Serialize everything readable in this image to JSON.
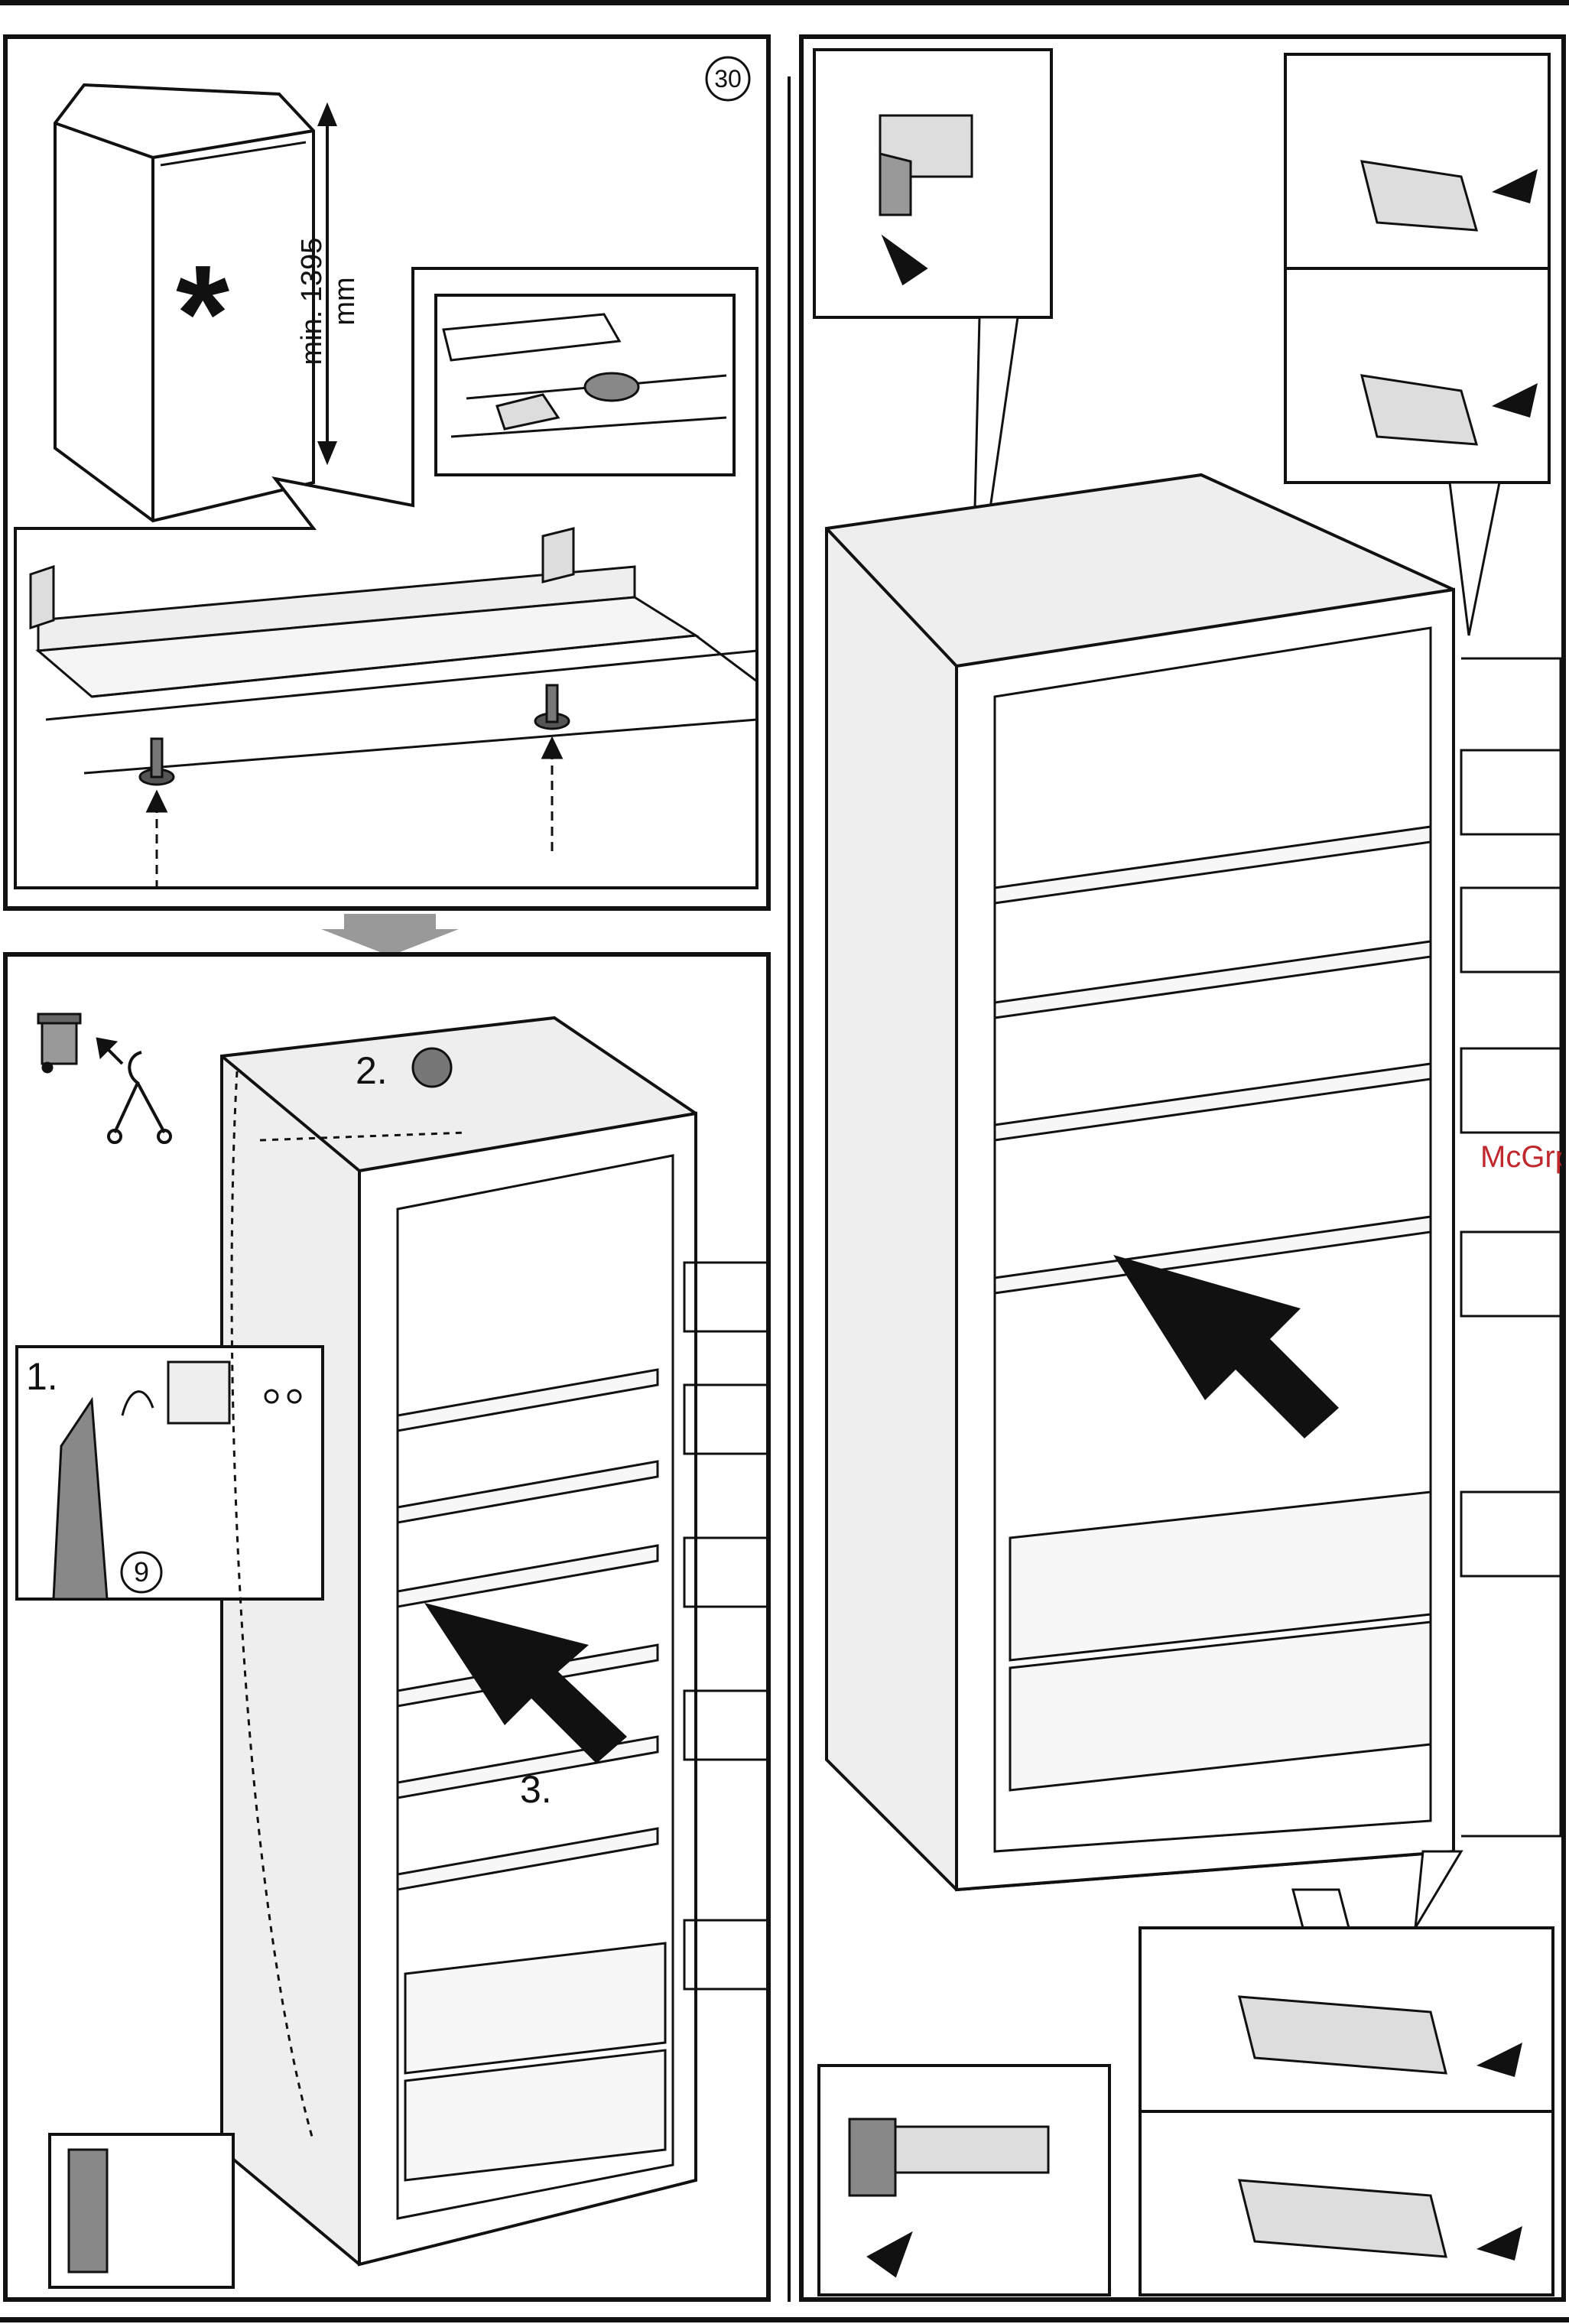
{
  "panel_top_left": {
    "step_number": "30",
    "dimension_label": "min. 1395 mm",
    "note_symbol": "*"
  },
  "panel_bottom_left": {
    "step_1": "1.",
    "step_2": "2.",
    "step_3": "3.",
    "part_number": "9"
  },
  "panel_right": {
    "watermark": "McGrp.Ru"
  },
  "icons": [
    "recycle-bin-icon",
    "arrow-icon",
    "hook-icon"
  ],
  "colors": {
    "line": "#111111",
    "accent_grey": "#8a8a8a",
    "watermark": "#c0282d"
  }
}
